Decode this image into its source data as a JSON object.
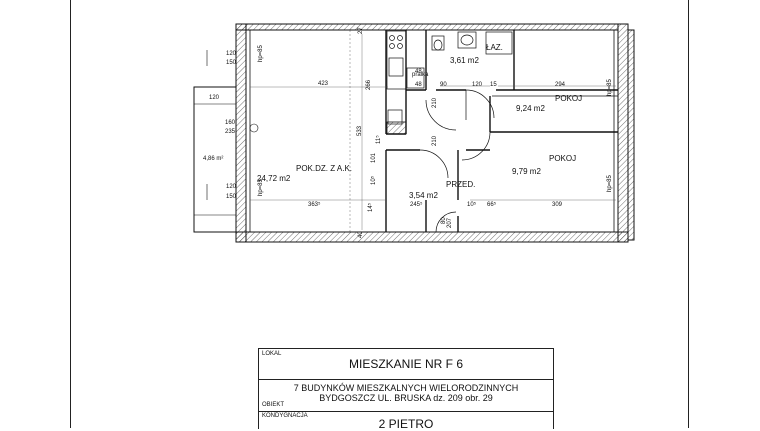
{
  "rooms": {
    "living": {
      "name": "POK.DZ. Z A.K.",
      "area": "24,72 m2"
    },
    "bath": {
      "name": "ŁAZ.",
      "area": "3,61 m2"
    },
    "room1": {
      "name": "POKOJ",
      "area": "9,24 m2"
    },
    "room2": {
      "name": "POKOJ",
      "area": "9,79 m2"
    },
    "hall": {
      "name": "PRZED.",
      "area": "3,54 m2"
    },
    "balcony": {
      "area": "4,86 m²"
    }
  },
  "dimensions": {
    "d120a": "120",
    "d150a": "150",
    "hp85a": "hp=85",
    "d423": "423",
    "d120b": "120",
    "d160": "160",
    "d235": "235",
    "d120c": "120",
    "d150b": "150",
    "hp85b": "hp=85",
    "d3635": "363⁵",
    "d266": "266",
    "d533": "533",
    "d101": "101",
    "d115": "11⁵",
    "d105a": "10⁵",
    "d145": "14⁵",
    "d2455": "245⁵",
    "d48a": "48",
    "d48b": "48",
    "d90": "90",
    "d120d": "120",
    "d15": "15",
    "d294": "294",
    "d309": "309",
    "d105b": "10⁵",
    "d665": "66⁵",
    "d210a": "210",
    "d210b": "210",
    "d27": "27",
    "d40": "40",
    "d80": "80",
    "d207": "207",
    "pralka": "pralka",
    "hp85c": "hp=85",
    "hp85d": "hp=85"
  },
  "title_block": {
    "lokal_label": "LOKAL",
    "lokal_value": "MIESZKANIE NR F  6",
    "obiekt_label": "OBIEKT",
    "obiekt_line1": "7 BUDYNKÓW MIESZKALNYCH WIELORODZINNYCH",
    "obiekt_line2": "BYDGOSZCZ UL. BRUSKA dz. 209 obr. 29",
    "kondygnacja_label": "KONDYGNACJA",
    "kondygnacja_value": "2 PIETRO"
  }
}
